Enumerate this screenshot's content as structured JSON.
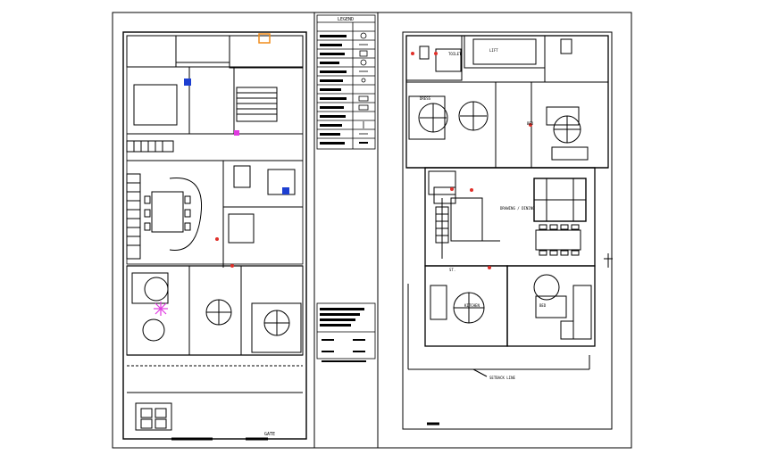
{
  "sheet_left": {
    "legend_title": "LEGEND",
    "gate_label": "GATE"
  },
  "sheet_right": {
    "room_labels": {
      "toilet": "TOILET",
      "lift": "LIFT",
      "bed_left": "BED",
      "bed_right": "BED",
      "drawing_dining": "DRAWING / DINING",
      "kitchen": "KITCHEN",
      "store": "ST.",
      "dress": "DRESS",
      "setback": "SETBACK LINE"
    }
  },
  "colors": {
    "line": "#000000",
    "accent_red": "#e0302a",
    "accent_blue": "#1d3fd1",
    "accent_orange": "#f08c1a",
    "accent_magenta": "#e03ae0"
  }
}
